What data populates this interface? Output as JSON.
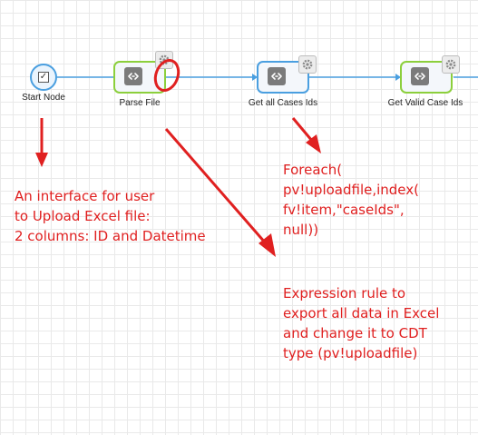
{
  "nodes": {
    "start": {
      "label": "Start Node"
    },
    "parse_file": {
      "label": "Parse File"
    },
    "get_all_case_ids": {
      "label": "Get all Cases Ids"
    },
    "get_valid_case_ids": {
      "label": "Get Valid Case Ids"
    }
  },
  "annotations": {
    "interface_note": "An interface for user\nto Upload Excel file:\n2 columns: ID and Datetime",
    "foreach_note": "Foreach(\npv!uploadfile,index(\nfv!item,\"caseIds\",\nnull))",
    "expression_note": "Expression rule to\nexport all data in Excel\nand change it to CDT\ntype (pv!uploadfile)"
  },
  "colors": {
    "annotation_red": "#e02020",
    "connector_blue": "#4a9fe0",
    "green_border": "#8ccf3c",
    "blue_border": "#4a9fe0"
  },
  "icons": {
    "start": "checkbox-icon",
    "task": "script-task-icon",
    "settings": "gear-icon"
  }
}
